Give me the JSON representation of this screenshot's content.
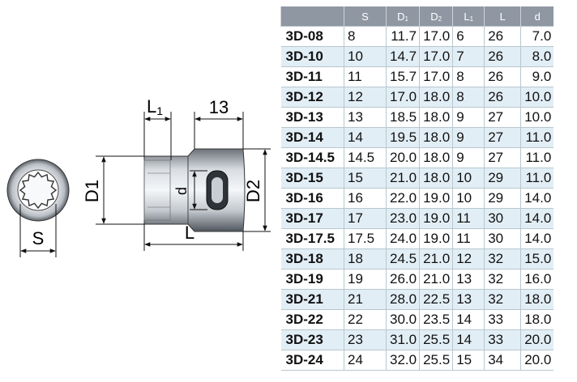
{
  "drawing": {
    "labels": {
      "l1": "L1",
      "square": "13",
      "d1": "D1",
      "d": "d",
      "d2": "D2",
      "l": "L",
      "s": "S"
    }
  },
  "table": {
    "headers": [
      {
        "main": "",
        "sub": ""
      },
      {
        "main": "S",
        "sub": ""
      },
      {
        "main": "D",
        "sub": "1"
      },
      {
        "main": "D",
        "sub": "2"
      },
      {
        "main": "L",
        "sub": "1"
      },
      {
        "main": "L",
        "sub": ""
      },
      {
        "main": "d",
        "sub": ""
      }
    ],
    "rows": [
      [
        "3D-08",
        "8",
        "11.7",
        "17.0",
        "6",
        "26",
        "7.0"
      ],
      [
        "3D-10",
        "10",
        "14.7",
        "17.0",
        "7",
        "26",
        "8.0"
      ],
      [
        "3D-11",
        "11",
        "15.7",
        "17.0",
        "8",
        "26",
        "9.0"
      ],
      [
        "3D-12",
        "12",
        "17.0",
        "18.0",
        "8",
        "26",
        "10.0"
      ],
      [
        "3D-13",
        "13",
        "18.5",
        "18.0",
        "9",
        "27",
        "10.0"
      ],
      [
        "3D-14",
        "14",
        "19.5",
        "18.0",
        "9",
        "27",
        "11.0"
      ],
      [
        "3D-14.5",
        "14.5",
        "20.0",
        "18.0",
        "9",
        "27",
        "11.0"
      ],
      [
        "3D-15",
        "15",
        "21.0",
        "18.0",
        "10",
        "29",
        "11.0"
      ],
      [
        "3D-16",
        "16",
        "22.0",
        "19.0",
        "10",
        "29",
        "14.0"
      ],
      [
        "3D-17",
        "17",
        "23.0",
        "19.0",
        "11",
        "30",
        "14.0"
      ],
      [
        "3D-17.5",
        "17.5",
        "24.0",
        "19.0",
        "11",
        "30",
        "14.0"
      ],
      [
        "3D-18",
        "18",
        "24.5",
        "21.0",
        "12",
        "32",
        "15.0"
      ],
      [
        "3D-19",
        "19",
        "26.0",
        "21.0",
        "13",
        "32",
        "16.0"
      ],
      [
        "3D-21",
        "21",
        "28.0",
        "22.5",
        "13",
        "32",
        "18.0"
      ],
      [
        "3D-22",
        "22",
        "30.0",
        "23.5",
        "14",
        "33",
        "18.0"
      ],
      [
        "3D-23",
        "23",
        "31.0",
        "25.5",
        "14",
        "33",
        "20.0"
      ],
      [
        "3D-24",
        "24",
        "32.0",
        "25.5",
        "15",
        "34",
        "20.0"
      ]
    ]
  },
  "colors": {
    "header_bg": "#8f97a3",
    "stripe": "#e2eef6",
    "metal_dark": "#555b63",
    "metal_light": "#eef1f4"
  }
}
